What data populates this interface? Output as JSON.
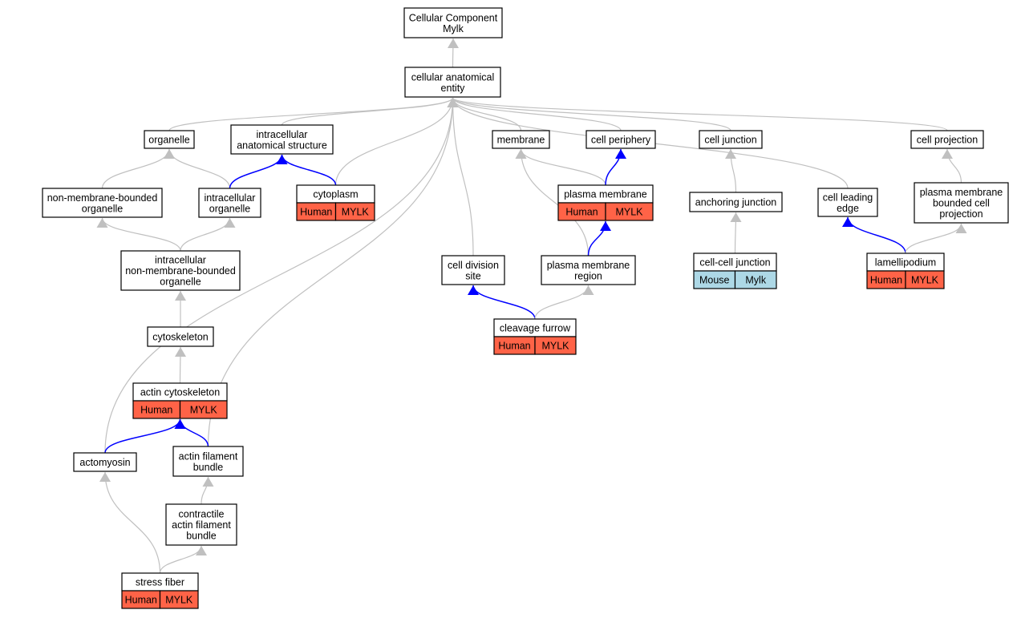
{
  "colors": {
    "human": "#ff6347",
    "mouse": "#add8e6",
    "is_a_edge": "#c0c0c0",
    "part_of_edge": "#0000ff",
    "node_border": "#000000",
    "node_fill": "#ffffff"
  },
  "nodes": {
    "root": {
      "lines": [
        "Cellular Component",
        "Mylk"
      ]
    },
    "cae": {
      "lines": [
        "cellular anatomical",
        "entity"
      ]
    },
    "organelle": {
      "lines": [
        "organelle"
      ]
    },
    "ias": {
      "lines": [
        "intracellular",
        "anatomical structure"
      ]
    },
    "membrane": {
      "lines": [
        "membrane"
      ]
    },
    "periphery": {
      "lines": [
        "cell periphery"
      ]
    },
    "junction": {
      "lines": [
        "cell junction"
      ]
    },
    "projection": {
      "lines": [
        "cell projection"
      ]
    },
    "nmbo": {
      "lines": [
        "non-membrane-bounded",
        "organelle"
      ]
    },
    "io": {
      "lines": [
        "intracellular",
        "organelle"
      ]
    },
    "cytoplasm": {
      "lines": [
        "cytoplasm"
      ],
      "tags": [
        "Human",
        "MYLK"
      ]
    },
    "pm": {
      "lines": [
        "plasma membrane"
      ],
      "tags": [
        "Human",
        "MYLK"
      ]
    },
    "anchoring": {
      "lines": [
        "anchoring junction"
      ]
    },
    "leading": {
      "lines": [
        "cell leading",
        "edge"
      ]
    },
    "pmbcp": {
      "lines": [
        "plasma membrane",
        "bounded cell",
        "projection"
      ]
    },
    "inmbo": {
      "lines": [
        "intracellular",
        "non-membrane-bounded",
        "organelle"
      ]
    },
    "divsite": {
      "lines": [
        "cell division",
        "site"
      ]
    },
    "pmr": {
      "lines": [
        "plasma membrane",
        "region"
      ]
    },
    "ccj": {
      "lines": [
        "cell-cell junction"
      ],
      "tags": [
        "Mouse",
        "Mylk"
      ]
    },
    "lamelli": {
      "lines": [
        "lamellipodium"
      ],
      "tags": [
        "Human",
        "MYLK"
      ]
    },
    "cytoskeleton": {
      "lines": [
        "cytoskeleton"
      ]
    },
    "furrow": {
      "lines": [
        "cleavage furrow"
      ],
      "tags": [
        "Human",
        "MYLK"
      ]
    },
    "actincs": {
      "lines": [
        "actin cytoskeleton"
      ],
      "tags": [
        "Human",
        "MYLK"
      ]
    },
    "actomyosin": {
      "lines": [
        "actomyosin"
      ]
    },
    "afb": {
      "lines": [
        "actin filament",
        "bundle"
      ]
    },
    "cafb": {
      "lines": [
        "contractile",
        "actin filament",
        "bundle"
      ]
    },
    "stress": {
      "lines": [
        "stress fiber"
      ],
      "tags": [
        "Human",
        "MYLK"
      ]
    }
  },
  "edges": [
    {
      "from": "cae",
      "to": "root",
      "type": "is_a"
    },
    {
      "from": "organelle",
      "to": "cae",
      "type": "is_a"
    },
    {
      "from": "ias",
      "to": "cae",
      "type": "is_a"
    },
    {
      "from": "membrane",
      "to": "cae",
      "type": "is_a"
    },
    {
      "from": "periphery",
      "to": "cae",
      "type": "is_a"
    },
    {
      "from": "junction",
      "to": "cae",
      "type": "is_a"
    },
    {
      "from": "projection",
      "to": "cae",
      "type": "is_a"
    },
    {
      "from": "leading",
      "to": "cae",
      "type": "is_a"
    },
    {
      "from": "cytoplasm",
      "to": "cae",
      "type": "is_a"
    },
    {
      "from": "divsite",
      "to": "cae",
      "type": "is_a"
    },
    {
      "from": "afb",
      "to": "cae",
      "type": "is_a"
    },
    {
      "from": "actomyosin",
      "to": "cae",
      "type": "is_a"
    },
    {
      "from": "nmbo",
      "to": "organelle",
      "type": "is_a"
    },
    {
      "from": "io",
      "to": "organelle",
      "type": "is_a"
    },
    {
      "from": "io",
      "to": "ias",
      "type": "part_of"
    },
    {
      "from": "cytoplasm",
      "to": "ias",
      "type": "part_of"
    },
    {
      "from": "inmbo",
      "to": "nmbo",
      "type": "is_a"
    },
    {
      "from": "inmbo",
      "to": "io",
      "type": "is_a"
    },
    {
      "from": "cytoskeleton",
      "to": "inmbo",
      "type": "is_a"
    },
    {
      "from": "actincs",
      "to": "cytoskeleton",
      "type": "is_a"
    },
    {
      "from": "actomyosin",
      "to": "actincs",
      "type": "part_of"
    },
    {
      "from": "afb",
      "to": "actincs",
      "type": "part_of"
    },
    {
      "from": "cafb",
      "to": "afb",
      "type": "is_a"
    },
    {
      "from": "stress",
      "to": "cafb",
      "type": "is_a"
    },
    {
      "from": "stress",
      "to": "actomyosin",
      "type": "is_a"
    },
    {
      "from": "pm",
      "to": "membrane",
      "type": "is_a"
    },
    {
      "from": "pm",
      "to": "periphery",
      "type": "part_of"
    },
    {
      "from": "pmr",
      "to": "membrane",
      "type": "is_a"
    },
    {
      "from": "pmr",
      "to": "pm",
      "type": "part_of"
    },
    {
      "from": "furrow",
      "to": "divsite",
      "type": "part_of"
    },
    {
      "from": "furrow",
      "to": "pmr",
      "type": "is_a"
    },
    {
      "from": "anchoring",
      "to": "junction",
      "type": "is_a"
    },
    {
      "from": "ccj",
      "to": "anchoring",
      "type": "is_a"
    },
    {
      "from": "pmbcp",
      "to": "projection",
      "type": "is_a"
    },
    {
      "from": "lamelli",
      "to": "leading",
      "type": "part_of"
    },
    {
      "from": "lamelli",
      "to": "pmbcp",
      "type": "is_a"
    }
  ]
}
